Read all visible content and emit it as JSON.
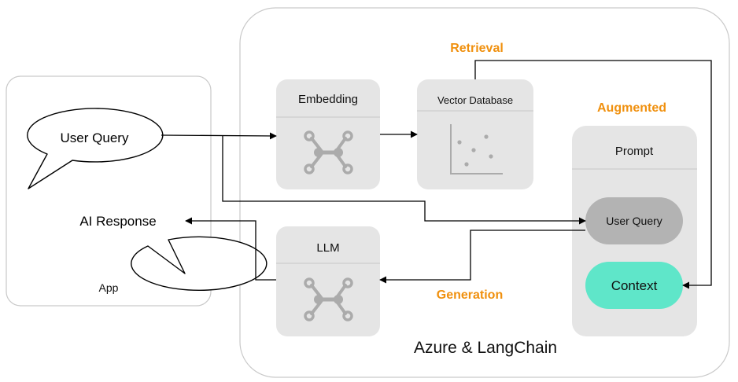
{
  "app": {
    "label": "App",
    "user_query": "User Query",
    "ai_response": "AI Response"
  },
  "platform": {
    "label": "Azure & LangChain"
  },
  "embedding": {
    "title": "Embedding",
    "icon": "nodes-icon"
  },
  "vector_db": {
    "title": "Vector Database",
    "icon": "scatter-plot-icon"
  },
  "llm": {
    "title": "LLM",
    "icon": "nodes-icon"
  },
  "prompt": {
    "title": "Prompt",
    "user_query": "User Query",
    "context": "Context"
  },
  "stages": {
    "retrieval": "Retrieval",
    "augmented": "Augmented",
    "generation": "Generation"
  },
  "colors": {
    "accent_orange": "#f0900e",
    "context_teal": "#5fe6c9",
    "query_pill_gray": "#b3b3b3",
    "card_gray": "#e5e5e5",
    "icon_gray": "#ababab"
  }
}
